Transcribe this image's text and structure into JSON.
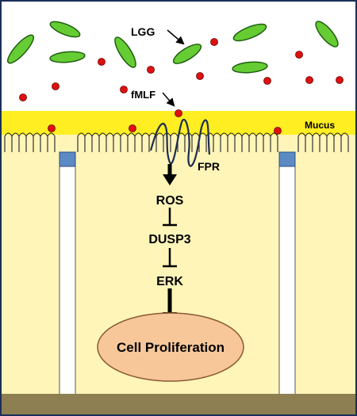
{
  "labels": {
    "bacteria": "LGG",
    "ligand": "fMLF",
    "mucus": "Mucus",
    "receptor": "FPR",
    "step1": "ROS",
    "step2": "DUSP3",
    "step3": "ERK",
    "outcome": "Cell Proliferation"
  },
  "colors": {
    "lumen": "#ffffff",
    "bacteria_fill": "#66cc33",
    "bacteria_stroke": "#1f5f10",
    "ligand_fill": "#e01010",
    "mucus": "#ffee22",
    "cell": "#fff5b8",
    "junction": "#5b8ac4",
    "basement": "#8e7f52",
    "nucleus": "#f7c79a",
    "frame": "#1a2f5a"
  },
  "icons": {
    "bacterium": "green-rod-bacterium-icon",
    "ligand": "red-dot-icon",
    "receptor": "seven-transmembrane-receptor-icon"
  }
}
